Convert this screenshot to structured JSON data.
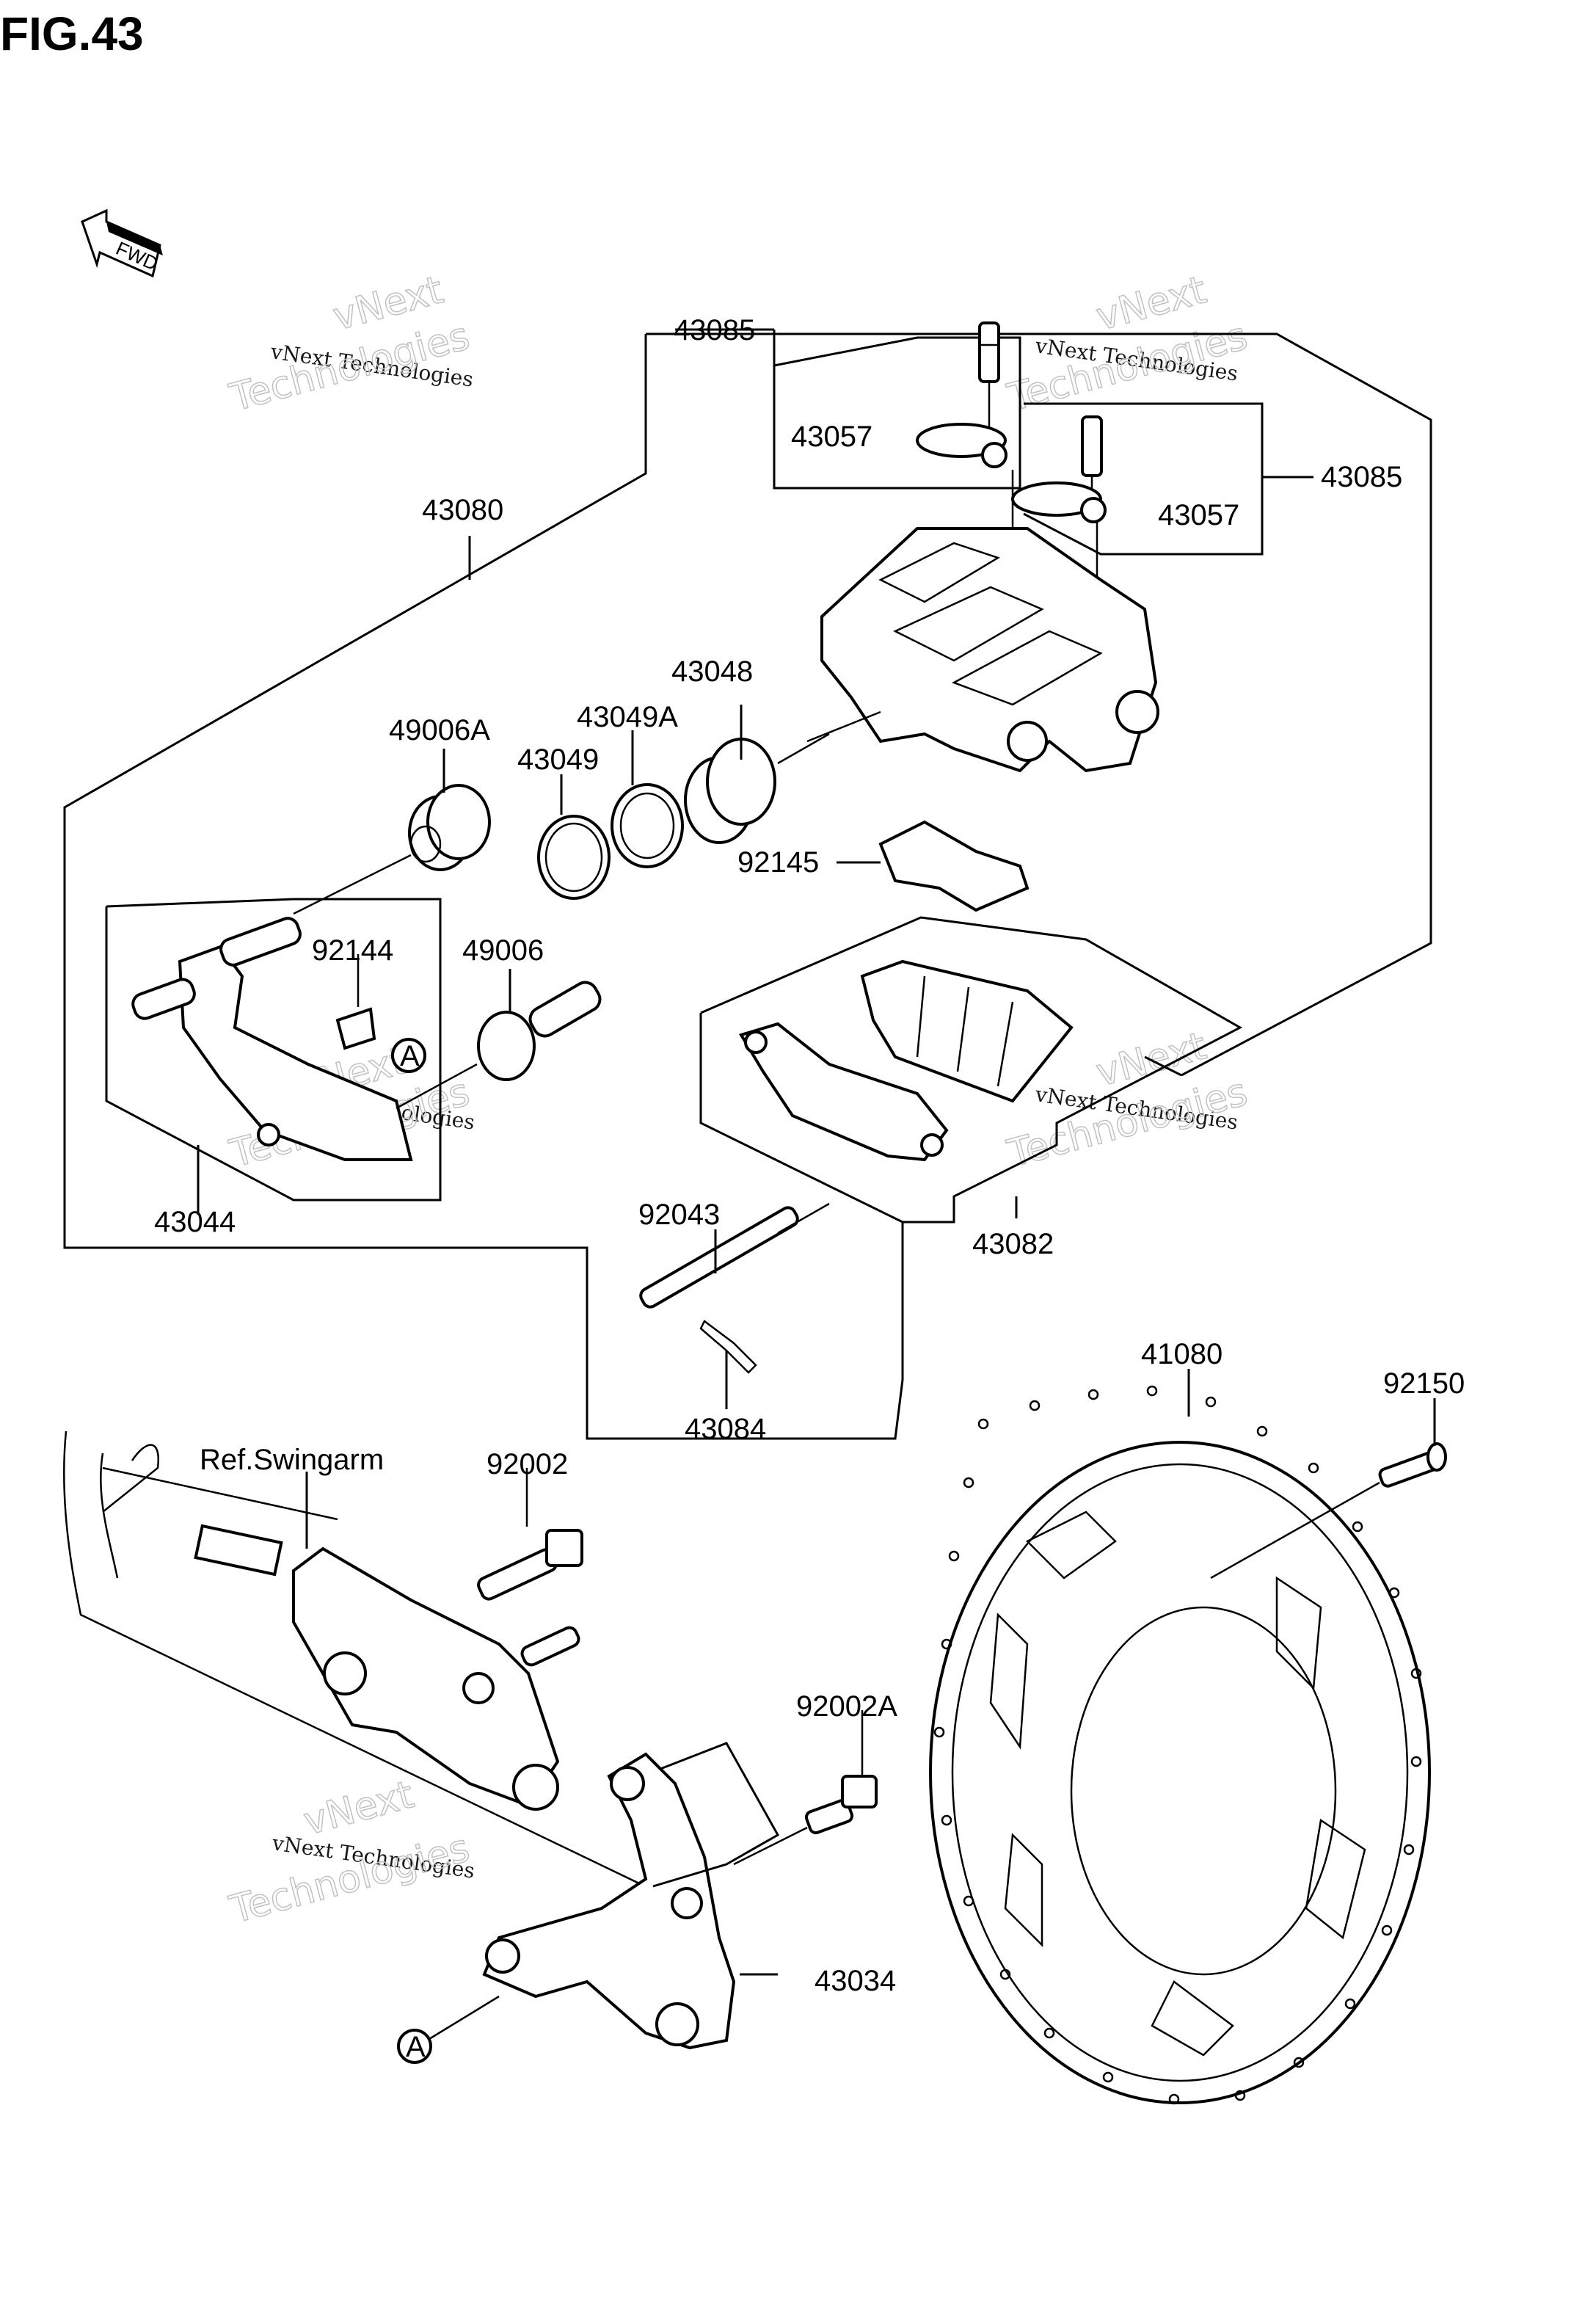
{
  "figure_title": "FIG.43",
  "fwd_label": "FWD",
  "watermark": {
    "line1": "vNext Technologies",
    "line2": "Technologies",
    "line3": "vNext"
  },
  "parts": {
    "p43085_a": "43085",
    "p43057_a": "43057",
    "p43085_b": "43085",
    "p43057_b": "43057",
    "p43080": "43080",
    "p43048": "43048",
    "p43049A": "43049A",
    "p49006A": "49006A",
    "p43049": "43049",
    "p92145": "92145",
    "p92144": "92144",
    "p49006": "49006",
    "p43044": "43044",
    "p92043": "92043",
    "p43082": "43082",
    "p43084": "43084",
    "p41080": "41080",
    "p92150": "92150",
    "ref_swingarm": "Ref.Swingarm",
    "p92002": "92002",
    "p92002A": "92002A",
    "p43034": "43034",
    "ref_a1": "A",
    "ref_a2": "A"
  }
}
